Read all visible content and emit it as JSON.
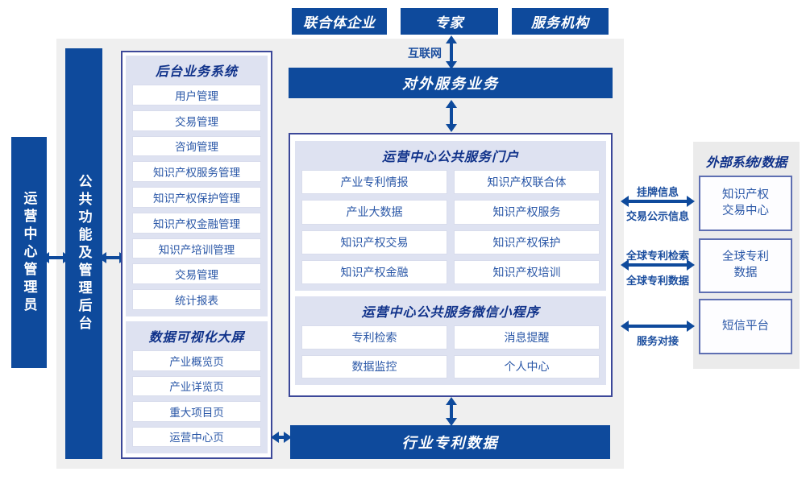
{
  "colors": {
    "primary_blue": "#0E4A9C",
    "panel_border_navy": "#3C4899",
    "panel_lavender": "#DEE2F1",
    "item_text_blue": "#2A57A7",
    "header_text_navy": "#10328A",
    "label_blue": "#1A4D9E",
    "background_gray": "#EFEFEF"
  },
  "actors": [
    "联合体企业",
    "专家",
    "服务机构"
  ],
  "internet_label": "互联网",
  "banners": {
    "external_service": "对外服务业务",
    "industry_patent_data": "行业专利数据"
  },
  "left_rail": {
    "admin": "运营中心管理员",
    "backend_bar": "公共功能及管理后台"
  },
  "backend_panel": {
    "title": "后台业务系统",
    "items": [
      "用户管理",
      "交易管理",
      "咨询管理",
      "知识产权服务管理",
      "知识产权保护管理",
      "知识产权金融管理",
      "知识产培训管理",
      "交易管理",
      "统计报表"
    ]
  },
  "dashboard_panel": {
    "title": "数据可视化大屏",
    "items": [
      "产业概览页",
      "产业详览页",
      "重大项目页",
      "运营中心页"
    ]
  },
  "portal_panel": {
    "title": "运营中心公共服务门户",
    "items": [
      "产业专利情报",
      "知识产权联合体",
      "产业大数据",
      "知识产权服务",
      "知识产权交易",
      "知识产权保护",
      "知识产权金融",
      "知识产权培训"
    ]
  },
  "miniapp_panel": {
    "title": "运营中心公共服务微信小程序",
    "items": [
      "专利检索",
      "消息提醒",
      "数据监控",
      "个人中心"
    ]
  },
  "external_panel": {
    "title": "外部系统/数据",
    "systems": [
      "知识产权\n交易中心",
      "全球专利\n数据",
      "短信平台"
    ]
  },
  "connections": {
    "listing_info": "挂牌信息",
    "trade_publicity_info": "交易公示信息",
    "global_patent_search": "全球专利检索",
    "global_patent_data": "全球专利数据",
    "service_integration": "服务对接"
  }
}
